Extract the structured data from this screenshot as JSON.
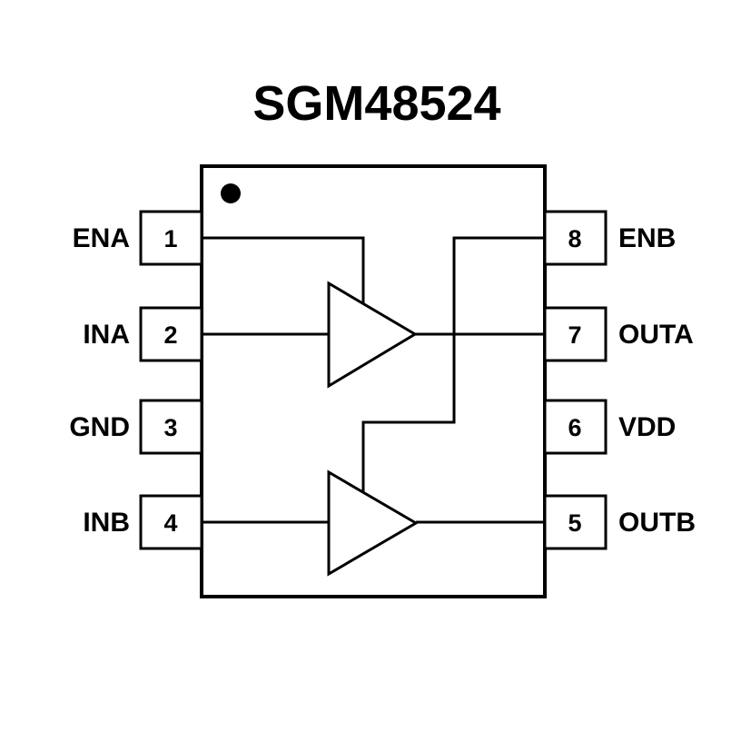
{
  "title": "SGM48524",
  "colors": {
    "line": "#000000",
    "background": "#ffffff"
  },
  "chip": {
    "left_pins": [
      {
        "number": "1",
        "label": "ENA"
      },
      {
        "number": "2",
        "label": "INA"
      },
      {
        "number": "3",
        "label": "GND"
      },
      {
        "number": "4",
        "label": "INB"
      }
    ],
    "right_pins": [
      {
        "number": "8",
        "label": "ENB"
      },
      {
        "number": "7",
        "label": "OUTA"
      },
      {
        "number": "6",
        "label": "VDD"
      },
      {
        "number": "5",
        "label": "OUTB"
      }
    ],
    "internal_symbols": [
      "buffer-driver-a",
      "buffer-driver-b"
    ],
    "pin1_marker": "pin-1-indicator-dot"
  }
}
